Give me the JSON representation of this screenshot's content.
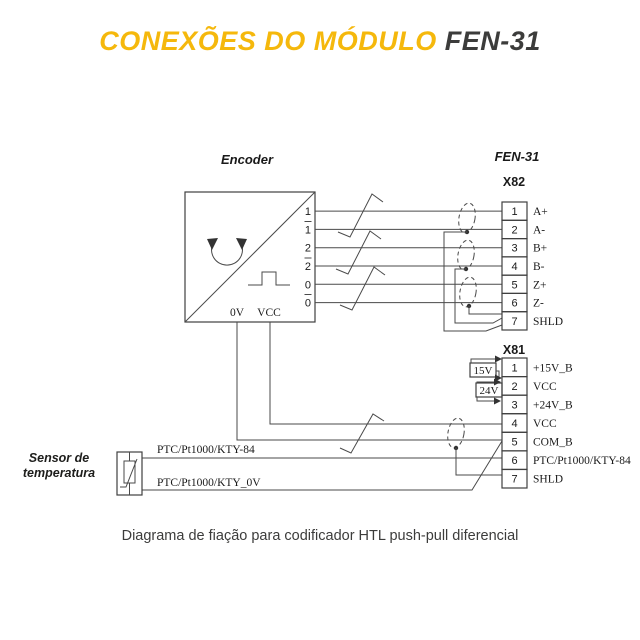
{
  "title": {
    "main": "CONEXÕES DO MÓDULO ",
    "model": "FEN-31"
  },
  "encoder": {
    "label": "Encoder",
    "zero_label": "0V",
    "vcc_label": "VCC",
    "pins": [
      {
        "num": "1",
        "inverted": false
      },
      {
        "num": "1",
        "inverted": true
      },
      {
        "num": "2",
        "inverted": false
      },
      {
        "num": "2",
        "inverted": true
      },
      {
        "num": "0",
        "inverted": false
      },
      {
        "num": "0",
        "inverted": true
      }
    ]
  },
  "module": {
    "label": "FEN-31"
  },
  "x82": {
    "label": "X82",
    "pins": [
      {
        "num": "1",
        "signal": "A+"
      },
      {
        "num": "2",
        "signal": "A-"
      },
      {
        "num": "3",
        "signal": "B+"
      },
      {
        "num": "4",
        "signal": "B-"
      },
      {
        "num": "5",
        "signal": "Z+"
      },
      {
        "num": "6",
        "signal": "Z-"
      },
      {
        "num": "7",
        "signal": "SHLD"
      }
    ]
  },
  "x81": {
    "label": "X81",
    "jumper_15v": "15V",
    "jumper_24v": "24V",
    "pins": [
      {
        "num": "1",
        "signal": "+15V_B"
      },
      {
        "num": "2",
        "signal": "VCC"
      },
      {
        "num": "3",
        "signal": "+24V_B"
      },
      {
        "num": "4",
        "signal": "VCC"
      },
      {
        "num": "5",
        "signal": "COM_B"
      },
      {
        "num": "6",
        "signal": "PTC/Pt1000/KTY-84"
      },
      {
        "num": "7",
        "signal": "SHLD"
      }
    ]
  },
  "sensor": {
    "label_line1": "Sensor de",
    "label_line2": "temperatura",
    "wire_top_label": "PTC/Pt1000/KTY-84",
    "wire_bottom_label": "PTC/Pt1000/KTY_0V"
  },
  "caption": "Diagrama de fiação para codificador HTL push-pull diferencial",
  "colors": {
    "accent": "#F5B80C",
    "ink": "#3C3C3B",
    "line": "#4a4a4a"
  }
}
